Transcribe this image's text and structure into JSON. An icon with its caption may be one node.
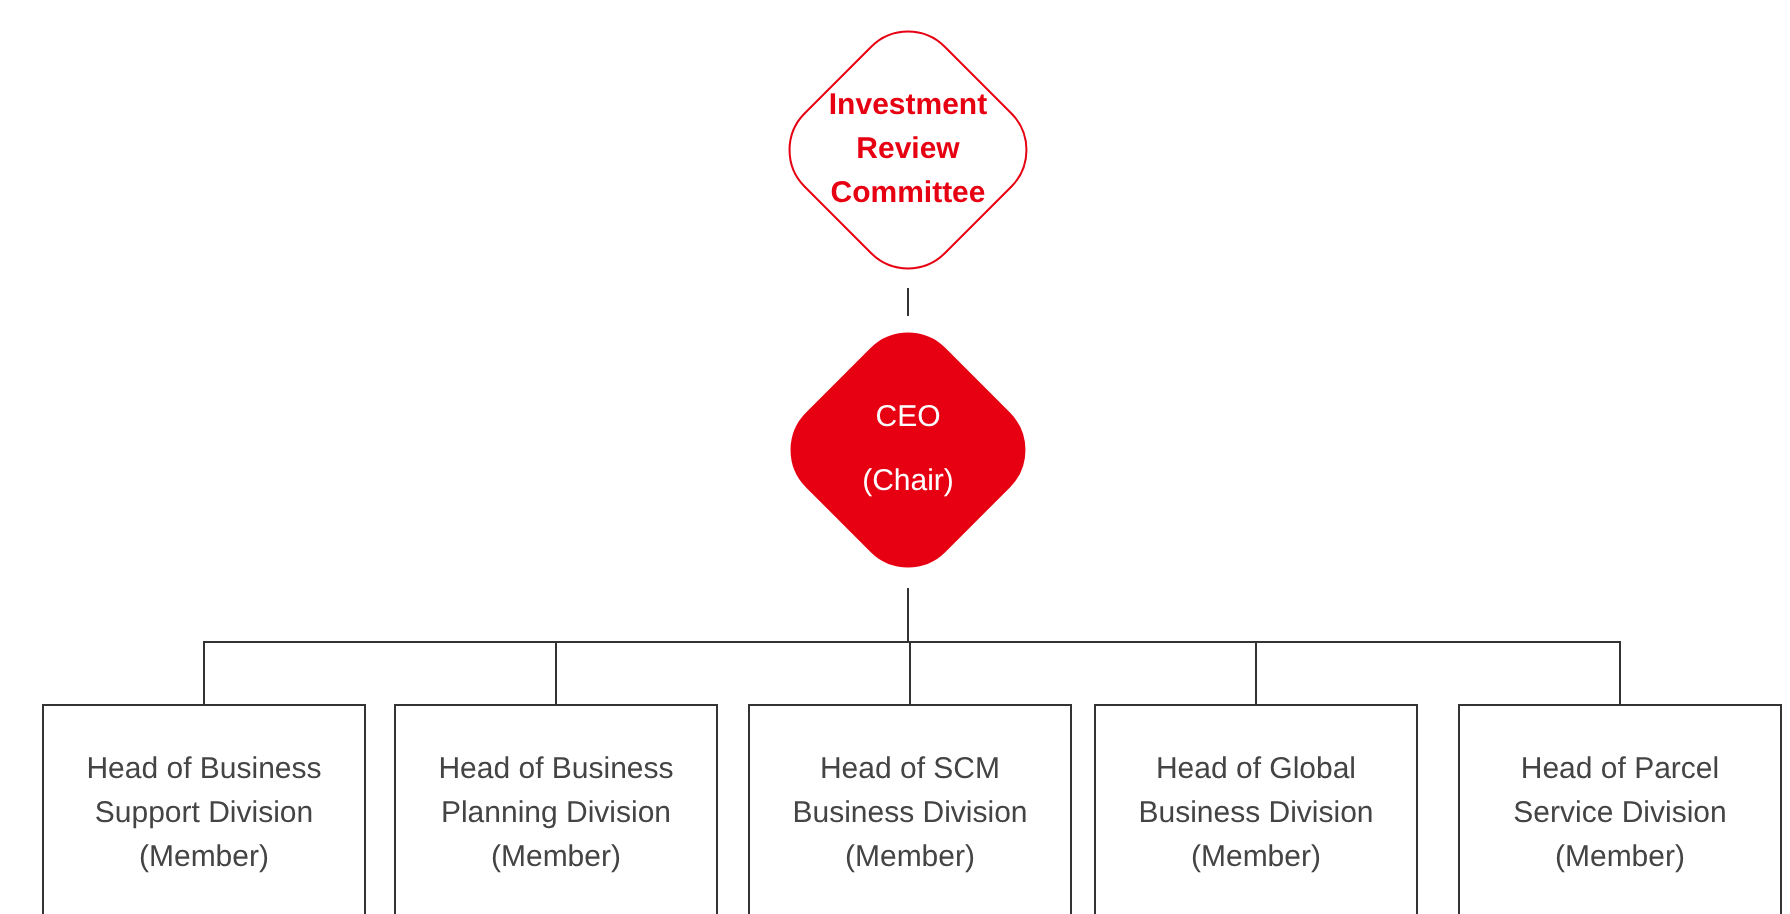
{
  "diagram": {
    "nodes": [
      {
        "text": [
          "Investment Review Committee"
        ]
      },
      {
        "text": [
          "CEO (Chair)"
        ]
      },
      {
        "text": [
          "Head of Business Support Division (Member)"
        ]
      },
      {
        "text": [
          "Head of Business Planning Division (Member)"
        ]
      },
      {
        "text": [
          "Head of SCM Business Division (Member)"
        ]
      },
      {
        "text": [
          "Head of Global Business Division (Member)"
        ]
      },
      {
        "text": [
          "Head of Parcel Service Division (Member)"
        ]
      }
    ],
    "edges": [
      {
        "from": 0,
        "to": 1,
        "arrow": "none"
      },
      {
        "from": 1,
        "to": 2,
        "arrow": "none"
      },
      {
        "from": 1,
        "to": 3,
        "arrow": "none"
      },
      {
        "from": 1,
        "to": 4,
        "arrow": "none"
      },
      {
        "from": 1,
        "to": 5,
        "arrow": "none"
      },
      {
        "from": 1,
        "to": 6,
        "arrow": "none"
      }
    ]
  }
}
